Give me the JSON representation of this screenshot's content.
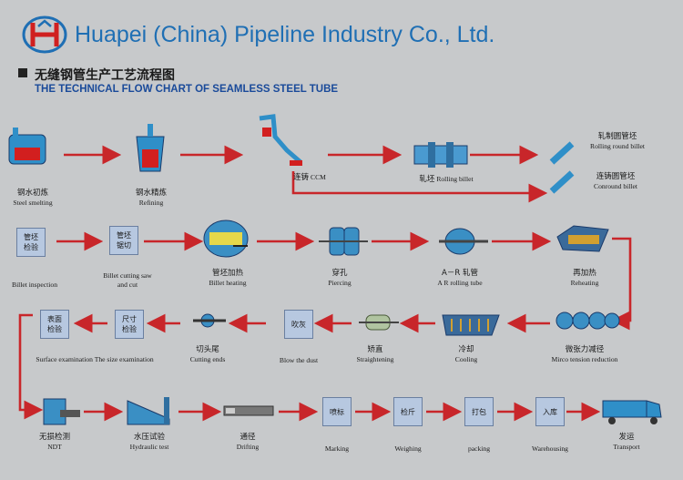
{
  "header": {
    "company": "Huapei (China) Pipeline Industry Co., Ltd.",
    "title_cn": "无缝钢管生产工艺流程图",
    "title_en": "THE TECHNICAL FLOW CHART OF SEAMLESS STEEL TUBE"
  },
  "colors": {
    "arrow": "#c8262a",
    "accent": "#1f6fb4",
    "box": "#b7c8e0"
  },
  "row1": {
    "steel_smelting": {
      "cn": "钢水初炼",
      "en": "Steel smelting"
    },
    "refining": {
      "cn": "钢水精炼",
      "en": "Refining"
    },
    "ccm": {
      "cn": "连铸",
      "en": "CCM"
    },
    "rolling_billet": {
      "cn": "轧坯",
      "en": "Rolling billet"
    },
    "rolling_round_billet": {
      "cn": "轧制圆管坯",
      "en": "Rolling round billet"
    },
    "cast_round_billet": {
      "cn": "连铸圆管坯",
      "en": "Conround billet"
    }
  },
  "row2": {
    "billet_inspection": {
      "box": "管坯 检验",
      "en": "Billet inspection"
    },
    "cutting": {
      "box": "管坯 锯切",
      "en1": "Billet cutting saw",
      "en2": "and cut"
    },
    "billet_heating": {
      "cn": "管坯加热",
      "en": "Billet heating"
    },
    "piercing": {
      "cn": "穿孔",
      "en": "Piercing"
    },
    "ar_rolling": {
      "cn": "A－R 轧管",
      "en": "A R rolling tube"
    },
    "reheating": {
      "cn": "再加热",
      "en": "Reheating"
    }
  },
  "row3": {
    "surface_exam": {
      "box": "表面 检验",
      "en": "Surface examination"
    },
    "size_exam": {
      "box": "尺寸 检验",
      "en": "The size examination"
    },
    "cutting_ends": {
      "cn": "切头尾",
      "en": "Cutting ends"
    },
    "blow_dust": {
      "box": "吹灰",
      "en": "Blow the dust"
    },
    "straightening": {
      "cn": "矫直",
      "en": "Straightening"
    },
    "cooling": {
      "cn": "冷却",
      "en": "Cooling"
    },
    "reduction": {
      "cn": "微张力减径",
      "en": "Mirco tension reduction"
    }
  },
  "row4": {
    "ndt": {
      "cn": "无损检测",
      "en": "NDT"
    },
    "hydraulic": {
      "cn": "水压试验",
      "en": "Hydraulic test"
    },
    "drifting": {
      "cn": "通径",
      "en": "Drifting"
    },
    "marking": {
      "box": "喷标",
      "en": "Marking"
    },
    "weighing": {
      "box": "检斤",
      "en": "Weighing"
    },
    "packing": {
      "box": "打包",
      "en": "packing"
    },
    "warehousing": {
      "box": "入库",
      "en": "Warehousing"
    },
    "transport": {
      "cn": "发运",
      "en": "Transport"
    }
  }
}
